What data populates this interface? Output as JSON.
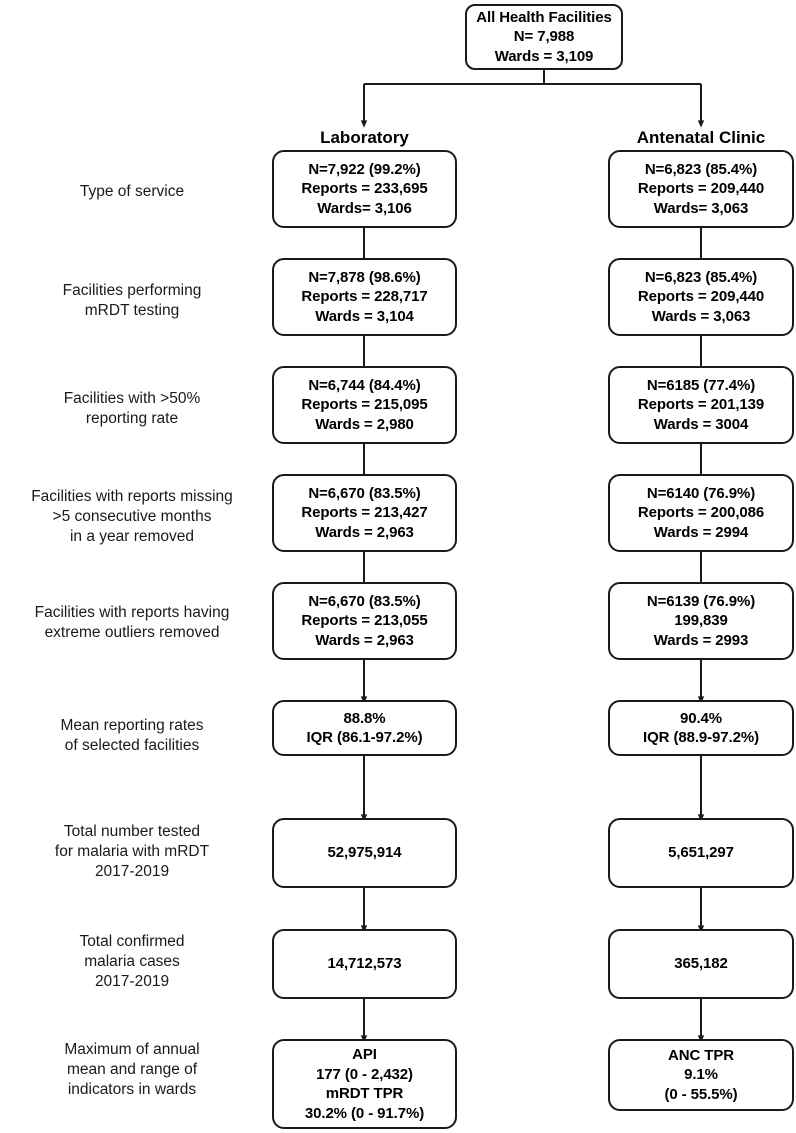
{
  "diagram": {
    "title": "Health facility data filtering flowchart",
    "root": {
      "lines": [
        "All Health Facilities",
        "N= 7,988",
        "Wards = 3,109"
      ]
    },
    "columns": [
      {
        "key": "laboratory",
        "label": "Laboratory"
      },
      {
        "key": "antenatal",
        "label": "Antenatal Clinic"
      }
    ],
    "rows": [
      {
        "label": [
          "Type of service"
        ],
        "laboratory": [
          "N=7,922 (99.2%)",
          "Reports = 233,695",
          "Wards= 3,106"
        ],
        "antenatal": [
          "N=6,823 (85.4%)",
          "Reports = 209,440",
          "Wards= 3,063"
        ]
      },
      {
        "label": [
          "Facilities performing",
          "mRDT testing"
        ],
        "laboratory": [
          "N=7,878 (98.6%)",
          "Reports = 228,717",
          "Wards = 3,104"
        ],
        "antenatal": [
          "N=6,823 (85.4%)",
          "Reports = 209,440",
          "Wards = 3,063"
        ]
      },
      {
        "label": [
          "Facilities with >50%",
          "reporting rate"
        ],
        "laboratory": [
          "N=6,744 (84.4%)",
          "Reports = 215,095",
          "Wards = 2,980"
        ],
        "antenatal": [
          "N=6185 (77.4%)",
          "Reports = 201,139",
          "Wards = 3004"
        ]
      },
      {
        "label": [
          "Facilities with reports missing",
          ">5 consecutive months",
          "in a year removed"
        ],
        "laboratory": [
          "N=6,670 (83.5%)",
          "Reports = 213,427",
          "Wards = 2,963"
        ],
        "antenatal": [
          "N=6140 (76.9%)",
          "Reports = 200,086",
          "Wards = 2994"
        ]
      },
      {
        "label": [
          "Facilities with reports having",
          "extreme outliers removed"
        ],
        "laboratory": [
          "N=6,670 (83.5%)",
          "Reports = 213,055",
          "Wards = 2,963"
        ],
        "antenatal": [
          "N=6139 (76.9%)",
          "199,839",
          "Wards = 2993"
        ]
      },
      {
        "label": [
          "Mean reporting rates",
          "of selected facilities"
        ],
        "laboratory": [
          "88.8%",
          "IQR (86.1-97.2%)"
        ],
        "antenatal": [
          "90.4%",
          "IQR (88.9-97.2%)"
        ]
      },
      {
        "label": [
          "Total number tested",
          "for malaria with mRDT",
          "2017-2019"
        ],
        "laboratory": [
          "52,975,914"
        ],
        "antenatal": [
          "5,651,297"
        ]
      },
      {
        "label": [
          "Total confirmed",
          "malaria cases",
          "2017-2019"
        ],
        "laboratory": [
          "14,712,573"
        ],
        "antenatal": [
          "365,182"
        ]
      },
      {
        "label": [
          "Maximum of annual",
          "mean and range of",
          "indicators in wards"
        ],
        "laboratory": [
          "API",
          "177 (0 - 2,432)",
          "mRDT TPR",
          "30.2% (0 - 91.7%)"
        ],
        "antenatal": [
          "ANC TPR",
          "9.1%",
          "(0 - 55.5%)"
        ]
      }
    ],
    "colors": {
      "stroke": "#1a1a1a",
      "background": "#ffffff",
      "text": "#000000"
    }
  }
}
